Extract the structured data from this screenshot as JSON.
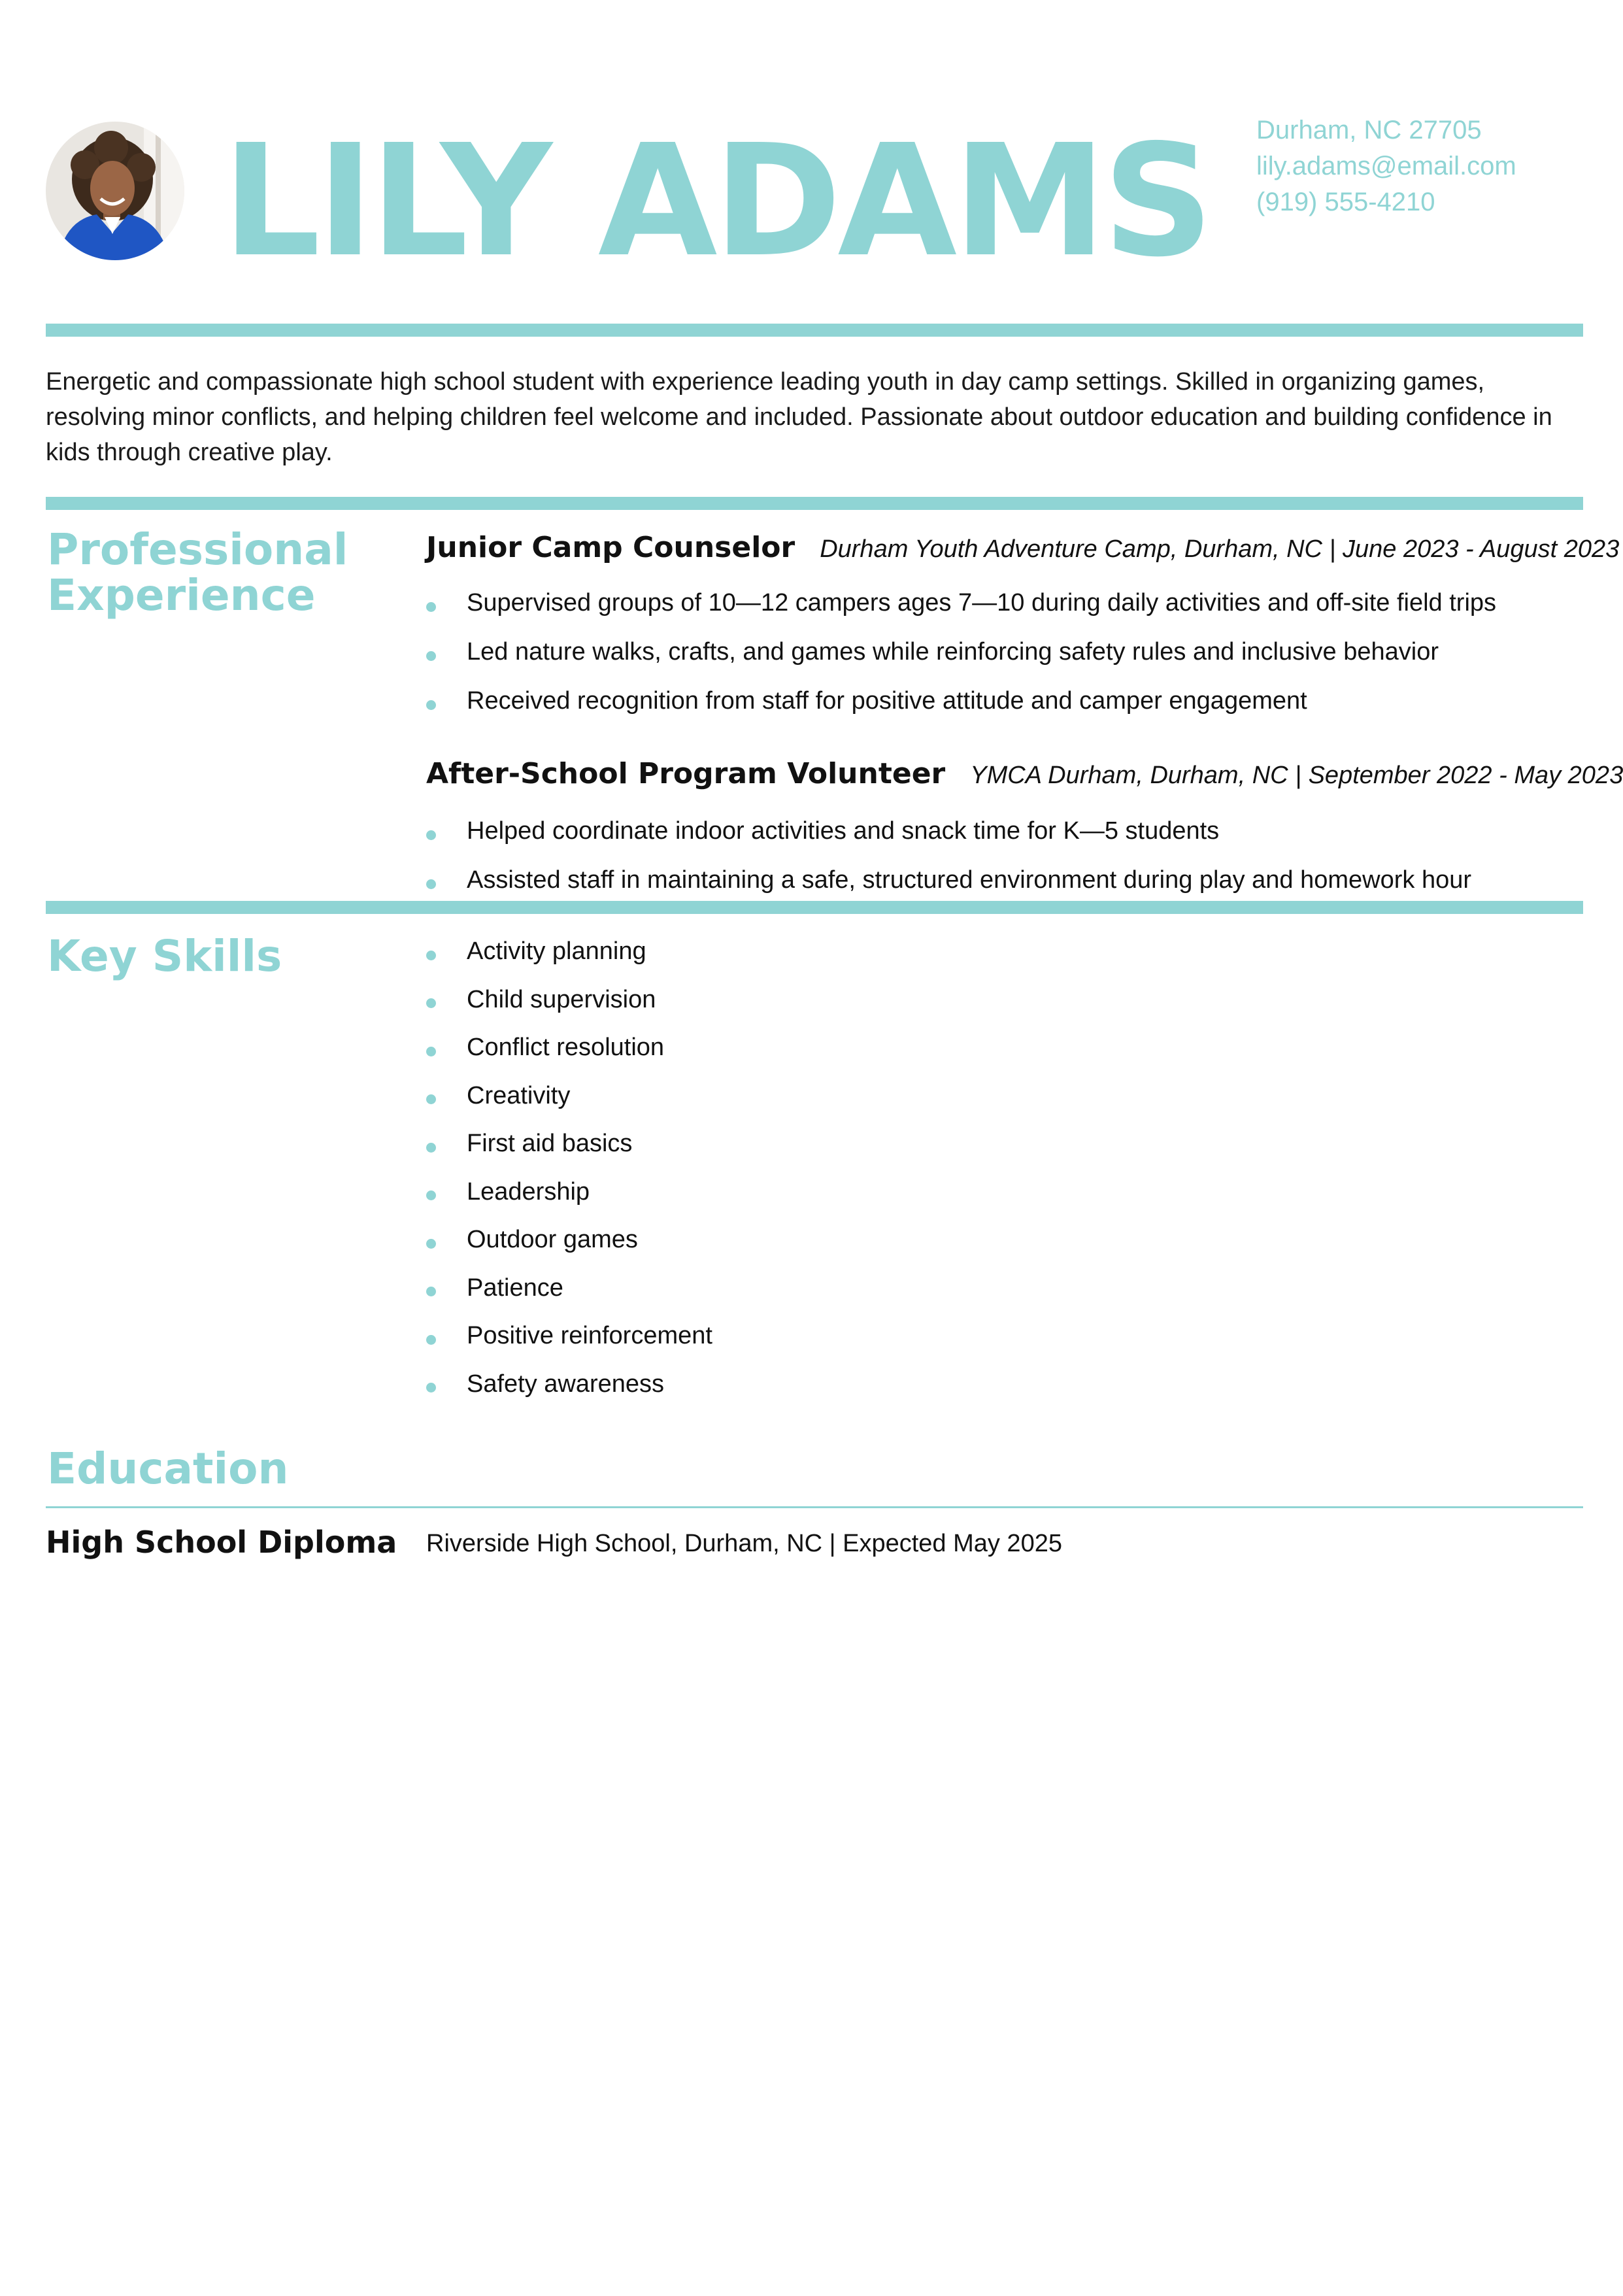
{
  "header": {
    "name": "LILY ADAMS",
    "contact": {
      "address": "Durham, NC 27705",
      "email": "lily.adams@email.com",
      "phone": "(919) 555-4210"
    }
  },
  "summary": "Energetic and compassionate high school student with experience leading youth in day camp settings. Skilled in organizing games, resolving minor conflicts, and helping children feel welcome and included. Passionate about outdoor education and building confidence in kids through creative play.",
  "experience": {
    "title_line1": "Professional",
    "title_line2": "Experience",
    "jobs": [
      {
        "title": "Junior Camp Counselor",
        "meta": "Durham Youth Adventure Camp, Durham, NC | June 2023 - August 2023",
        "bullets": [
          "Supervised groups of 10—12 campers ages 7—10 during daily activities and off-site field trips",
          "Led nature walks, crafts, and games while reinforcing safety rules and inclusive behavior",
          "Received recognition from staff for positive attitude and camper engagement"
        ]
      },
      {
        "title": "After-School Program Volunteer",
        "meta": "YMCA Durham, Durham, NC | September 2022 - May 2023",
        "bullets": [
          "Helped coordinate indoor activities and snack time for K—5 students",
          "Assisted staff in maintaining a safe, structured environment during play and homework hour"
        ]
      }
    ]
  },
  "skills": {
    "title": "Key Skills",
    "items": [
      "Activity planning",
      "Child supervision",
      "Conflict resolution",
      "Creativity",
      "First aid basics",
      "Leadership",
      "Outdoor games",
      "Patience",
      "Positive reinforcement",
      "Safety awareness"
    ]
  },
  "education": {
    "title": "Education",
    "degree": "High School Diploma",
    "detail": "Riverside High School, Durham, NC | Expected May 2025"
  },
  "colors": {
    "accent": "#8fd4d4",
    "text": "#111111"
  }
}
